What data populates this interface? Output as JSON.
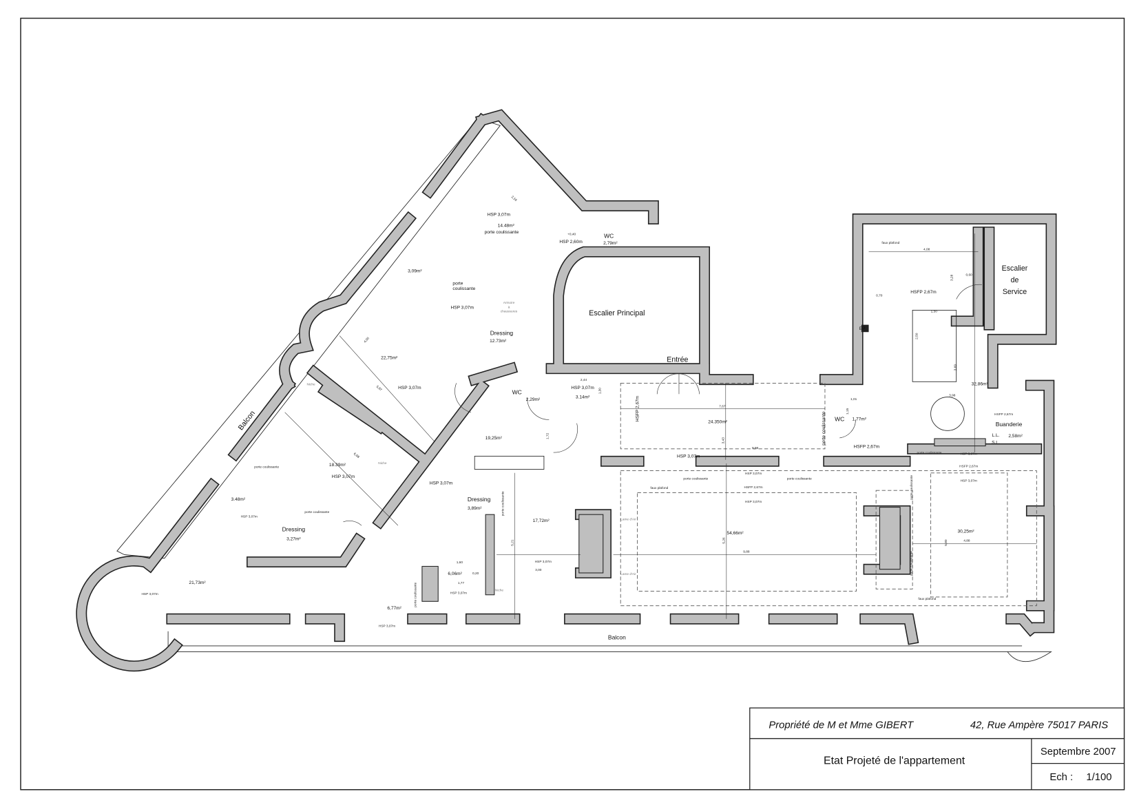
{
  "title_block": {
    "owner": "Propriété de M et Mme GIBERT",
    "address": "42, Rue Ampère 75017 PARIS",
    "title": "Etat Projeté de l'appartement",
    "date": "Septembre 2007",
    "scale_label": "Ech :",
    "scale": "1/100"
  },
  "plan": {
    "balcony_diag": "Balcon",
    "balcony_bottom": "Balcon",
    "main_stair": "Escalier Principal",
    "entry": "Entrée",
    "service_stair": [
      "Escalier",
      "de",
      "Service"
    ],
    "ep": "EP",
    "rooms": {
      "bath_master": {
        "height": "HSP 3,07m",
        "area": "14.48m²",
        "door": "porte coulissante"
      },
      "wc_top": {
        "title": "WC",
        "area": "2,79m²",
        "height": "HSP 2,60m",
        "level": "+0,40"
      },
      "small_309": {
        "area": "3,09m²",
        "door_1": "porte",
        "door_2": "coulissante"
      },
      "dressing_1273": {
        "title": "Dressing",
        "area": "12.73m²",
        "height": "HSP 3,07m",
        "cabinet_1": "Armoire",
        "cabinet_2": "à",
        "cabinet_3": "chaussures"
      },
      "bedroom_2275": {
        "area": "22,75m²",
        "height": "HSP 3,07m",
        "niche": "Niche"
      },
      "wc_mid": {
        "title": "WC",
        "area": "2,29m²"
      },
      "room_314": {
        "height": "HSP 3,07m",
        "area": "3.14m²"
      },
      "hall_1925": {
        "area": "19,25m²",
        "height": "HSP 3,07m"
      },
      "room_24350": {
        "area": "24.350m²",
        "height": "HSFP 2,67m",
        "height_2": "HSP 3,07m",
        "door": "porte coulissante"
      },
      "wc_right": {
        "title": "WC",
        "area": "1,77m²",
        "height": "HSFP 2,67m"
      },
      "kitchen_3286": {
        "area": "32,86m²",
        "height": "HSFP 2,67m",
        "ceiling": "faux plafond"
      },
      "laundry": {
        "title": "Buanderie",
        "ll": "L.L.",
        "sl": "S.L.",
        "area": "2,58m²",
        "height": "HSFP 2,67m"
      },
      "room_3025": {
        "area": "30,25m²",
        "door": "porte coulissante",
        "height_1": "HSP 3,07m",
        "height_2": "HSFP 2,67m",
        "height_3": "HSP 3,07m",
        "ceiling": "faux plafond",
        "door_v1": "porte coulissante",
        "door_v2": "porte coulissante"
      },
      "living_5466": {
        "area": "54,66m²",
        "ceiling": "faux plafond",
        "height_1": "HSP 3,07m",
        "height_2": "HSFP 2,67m",
        "height_3": "HSP 3,07m",
        "door_1": "porte coulissante",
        "door_2": "porte coulissante",
        "air_1": "Lame d'Air",
        "air_2": "Lame d'Air"
      },
      "bedroom_1839": {
        "area": "18.39m²",
        "height": "HSP 3,07m",
        "door_1": "porte coulissante",
        "door_2": "porte coulissante",
        "niche": "Niche"
      },
      "bath_348": {
        "area": "3.48m²",
        "height": "HSP 3,07m"
      },
      "dressing_327": {
        "title": "Dressing",
        "area": "3,27m²"
      },
      "room_2173": {
        "area": "21,73m²",
        "height": "HSP 3,07m"
      },
      "bath_677": {
        "area": "6,77m²",
        "height": "HSP 3,07m",
        "door": "porte coulissante"
      },
      "dressing_389": {
        "title": "Dressing",
        "area": "3,89m²",
        "height": "HSP 3,07m",
        "door": "porte coulissante"
      },
      "room_1772": {
        "area": "17,72m²",
        "height": "HSP 3,07m"
      },
      "office_606": {
        "area": "6,06m²",
        "height": "HSP 3,07m",
        "niche": "Niche"
      }
    },
    "dimensions": {
      "d408": "4,08",
      "d060": "0,60",
      "d070": "0,70",
      "d150": "1,50",
      "d250": "2,50",
      "d398": "3,98",
      "d101": "1,01",
      "d115": "1,15",
      "d767": "7,67",
      "d998": "9,98",
      "d343": "3,43",
      "d988": "9,88",
      "d526": "5,26",
      "d488": "4,88",
      "d580": "5,80",
      "d521": "5,21",
      "d300": "3,00",
      "d177": "1,77",
      "d160": "1,60",
      "d020": "0,20",
      "d244": "2,44",
      "d130": "1,30",
      "d172": "1,72",
      "d400": "4,00",
      "d587": "5,87",
      "d608": "6,08",
      "d216": "2,16",
      "d328": "3,28",
      "d369": "3,69"
    }
  }
}
